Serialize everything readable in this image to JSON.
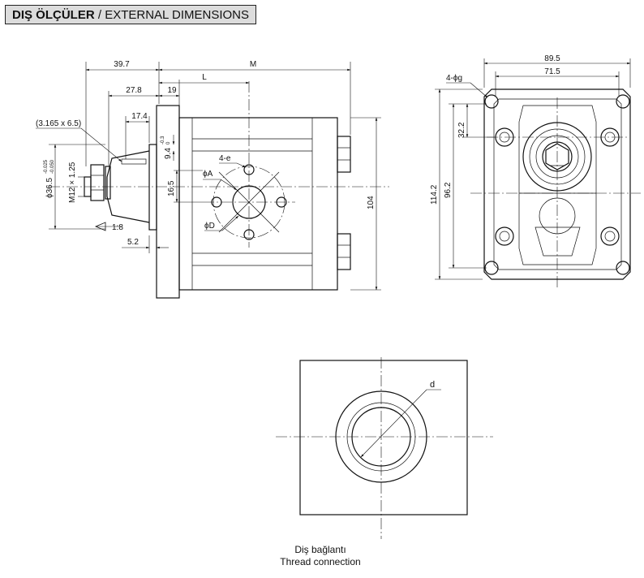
{
  "header": {
    "title_tr": "DIŞ ÖLÇÜLER",
    "separator": " / ",
    "title_en": "EXTERNAL DIMENSIONS"
  },
  "side_view": {
    "dim_397": "39.7",
    "dim_M": "M",
    "dim_L": "L",
    "dim_278": "27.8",
    "dim_19": "19",
    "dim_174": "17.4",
    "key_spec": "(3.165 x 6.5)",
    "shaft_dia": "ϕ36.5",
    "shaft_tol_upper": "-0.025",
    "shaft_tol_lower": "-0.050",
    "thread": "M12 × 1.25",
    "taper": "1:8",
    "dim_52": "5.2",
    "dim_94": "9.4",
    "tol_94_upper": "-0.3",
    "tol_94_lower": "0",
    "dim_165": "16.5",
    "holes_e": "4-e",
    "dia_A": "ϕA",
    "dia_D": "ϕD",
    "dim_104": "104"
  },
  "front_view": {
    "dim_895": "89.5",
    "dim_715": "71.5",
    "holes_g": "4-ϕg",
    "dim_322": "32.2",
    "dim_1142": "114.2",
    "dim_962": "96.2"
  },
  "thread_view": {
    "dim_d": "d",
    "caption_tr": "Diş bağlantı",
    "caption_en": "Thread connection"
  }
}
